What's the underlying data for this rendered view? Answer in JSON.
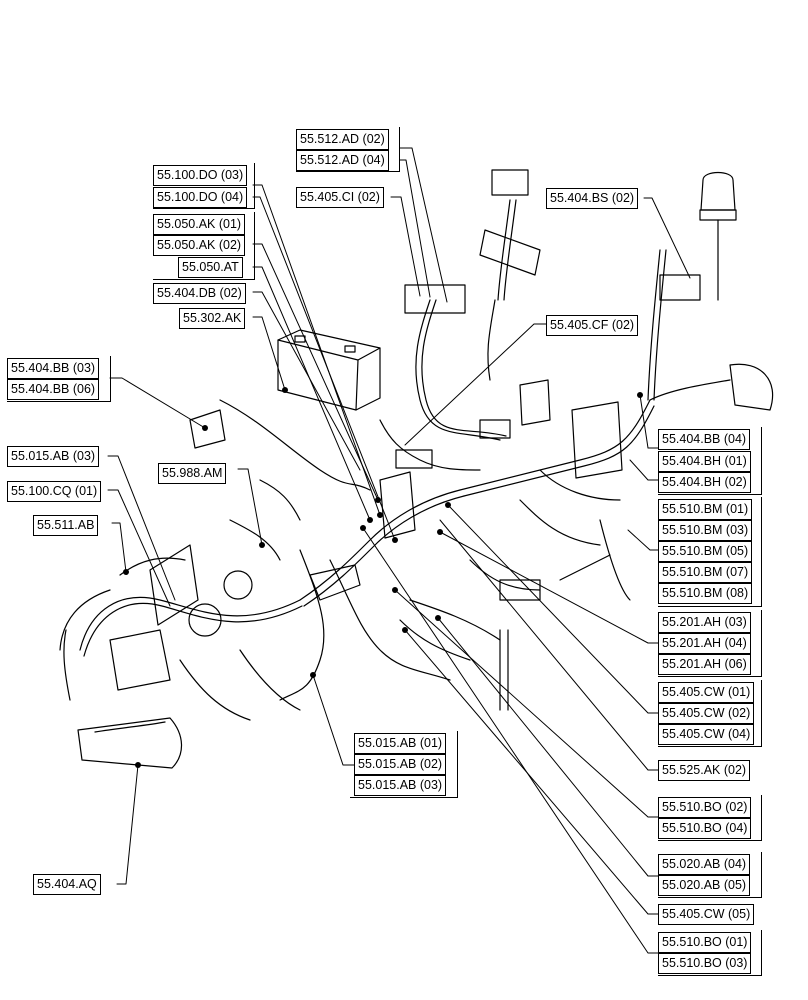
{
  "callouts": {
    "c55_512_ad_02": "55.512.AD (02)",
    "c55_512_ad_04": "55.512.AD (04)",
    "c55_405_ci_02": "55.405.CI (02)",
    "c55_404_bs_02": "55.404.BS (02)",
    "c55_100_do_03": "55.100.DO (03)",
    "c55_100_do_04": "55.100.DO (04)",
    "c55_050_ak_01": "55.050.AK (01)",
    "c55_050_ak_02": "55.050.AK (02)",
    "c55_050_at": "55.050.AT",
    "c55_404_db_02": "55.404.DB (02)",
    "c55_302_ak": "55.302.AK",
    "c55_405_cf_02": "55.405.CF (02)",
    "c55_404_bb_03": "55.404.BB (03)",
    "c55_404_bb_06": "55.404.BB (06)",
    "c55_404_bb_04": "55.404.BB (04)",
    "c55_404_bh_01": "55.404.BH (01)",
    "c55_404_bh_02": "55.404.BH (02)",
    "c55_015_ab_03_left": "55.015.AB (03)",
    "c55_988_am": "55.988.AM",
    "c55_100_cq_01": "55.100.CQ (01)",
    "c55_511_ab": "55.511.AB",
    "c55_510_bm_01": "55.510.BM (01)",
    "c55_510_bm_03": "55.510.BM (03)",
    "c55_510_bm_05": "55.510.BM (05)",
    "c55_510_bm_07": "55.510.BM (07)",
    "c55_510_bm_08": "55.510.BM (08)",
    "c55_201_ah_03": "55.201.AH (03)",
    "c55_201_ah_04": "55.201.AH (04)",
    "c55_201_ah_06": "55.201.AH (06)",
    "c55_405_cw_01": "55.405.CW (01)",
    "c55_405_cw_02": "55.405.CW (02)",
    "c55_405_cw_04": "55.405.CW (04)",
    "c55_015_ab_01": "55.015.AB (01)",
    "c55_015_ab_02": "55.015.AB (02)",
    "c55_015_ab_03": "55.015.AB (03)",
    "c55_525_ak_02": "55.525.AK (02)",
    "c55_510_bo_02": "55.510.BO (02)",
    "c55_510_bo_04": "55.510.BO (04)",
    "c55_020_ab_04": "55.020.AB (04)",
    "c55_020_ab_05": "55.020.AB (05)",
    "c55_405_cw_05": "55.405.CW (05)",
    "c55_510_bo_01": "55.510.BO (01)",
    "c55_510_bo_03": "55.510.BO (03)",
    "c55_404_aq": "55.404.AQ"
  }
}
